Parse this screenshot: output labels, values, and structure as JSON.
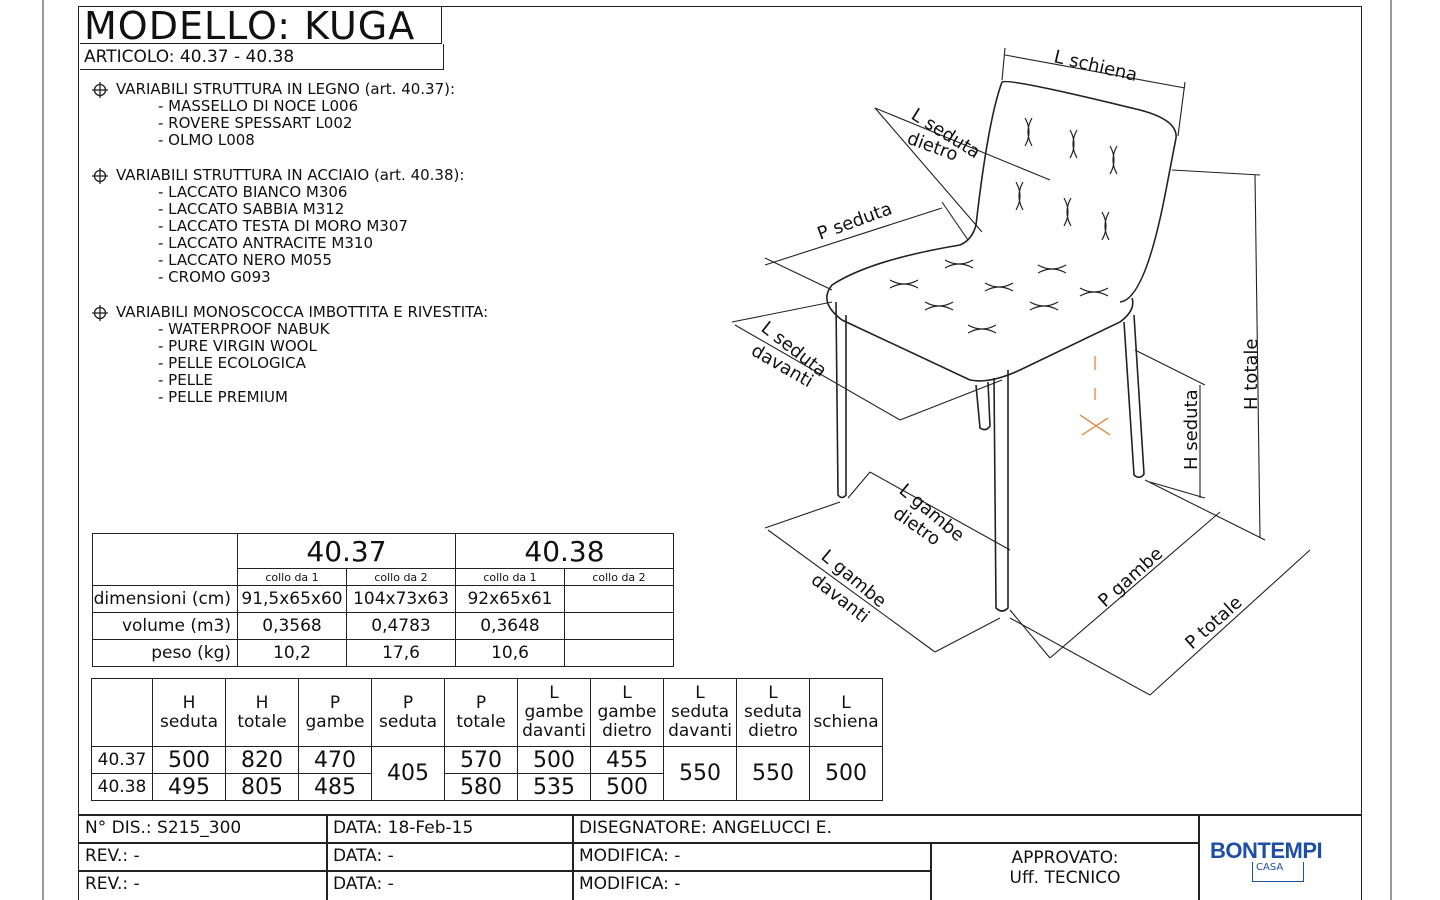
{
  "header": {
    "model_title": "MODELLO:  KUGA",
    "article": "ARTICOLO: 40.37 - 40.38"
  },
  "variants": [
    {
      "title": "VARIABILI STRUTTURA IN LEGNO (art. 40.37):",
      "items": [
        "- MASSELLO DI NOCE L006",
        "- ROVERE SPESSART L002",
        "- OLMO L008"
      ]
    },
    {
      "title": "VARIABILI STRUTTURA IN ACCIAIO (art. 40.38):",
      "items": [
        "- LACCATO BIANCO M306",
        "- LACCATO SABBIA M312",
        "- LACCATO TESTA DI MORO M307",
        "- LACCATO ANTRACITE M310",
        "- LACCATO NERO M055",
        "- CROMO G093"
      ]
    },
    {
      "title": "VARIABILI MONOSCOCCA IMBOTTITA E RIVESTITA:",
      "items": [
        "- WATERPROOF NABUK",
        "- PURE VIRGIN WOOL",
        "- PELLE ECOLOGICA",
        "- PELLE",
        "- PELLE PREMIUM"
      ]
    }
  ],
  "packaging_table": {
    "models": [
      "40.37",
      "40.38"
    ],
    "subheaders": [
      "collo da 1",
      "collo da 2",
      "collo da 1",
      "collo da 2"
    ],
    "rows": [
      {
        "label": "dimensioni (cm)",
        "values": [
          "91,5x65x60",
          "104x73x63",
          "92x65x61",
          ""
        ]
      },
      {
        "label": "volume (m3)",
        "values": [
          "0,3568",
          "0,4783",
          "0,3648",
          ""
        ]
      },
      {
        "label": "peso (kg)",
        "values": [
          "10,2",
          "17,6",
          "10,6",
          ""
        ]
      }
    ]
  },
  "dimensions_table": {
    "headers": [
      [
        "H",
        "seduta"
      ],
      [
        "H",
        "totale"
      ],
      [
        "P",
        "gambe"
      ],
      [
        "P",
        "seduta"
      ],
      [
        "P",
        "totale"
      ],
      [
        "L",
        "gambe",
        "davanti"
      ],
      [
        "L",
        "gambe",
        "dietro"
      ],
      [
        "L",
        "seduta",
        "davanti"
      ],
      [
        "L",
        "seduta",
        "dietro"
      ],
      [
        "L",
        "schiena"
      ]
    ],
    "row_labels": [
      "40.37",
      "40.38"
    ],
    "rows": [
      [
        "500",
        "820",
        "470",
        "405",
        "570",
        "500",
        "455",
        "550",
        "550",
        "500"
      ],
      [
        "495",
        "805",
        "485",
        "405",
        "580",
        "535",
        "500",
        "550",
        "550",
        "500"
      ]
    ]
  },
  "diagram_labels": {
    "l_schiena": "L schiena",
    "l_seduta_dietro_1": "L seduta",
    "l_seduta_dietro_2": "dietro",
    "p_seduta": "P seduta",
    "l_seduta_davanti_1": "L seduta",
    "l_seduta_davanti_2": "davanti",
    "h_totale": "H totale",
    "h_seduta": "H seduta",
    "l_gambe_dietro_1": "L gambe",
    "l_gambe_dietro_2": "dietro",
    "l_gambe_davanti_1": "L gambe",
    "l_gambe_davanti_2": "davanti",
    "p_gambe": "P gambe",
    "p_totale": "P totale"
  },
  "footer": {
    "drawing_no": "N° DIS.: S215_300",
    "date1": "DATA: 18-Feb-15",
    "designer": "DISEGNATORE:  ANGELUCCI E.",
    "rev1": "REV.: -",
    "date2": "DATA: -",
    "modifica1": "MODIFICA: -",
    "rev2": "REV.: -",
    "date3": "DATA: -",
    "modifica2": "MODIFICA: -",
    "approved_1": "APPROVATO:",
    "approved_2": "Uff. TECNICO",
    "logo_text": "BONTEMPI",
    "logo_sub": "CASA"
  }
}
